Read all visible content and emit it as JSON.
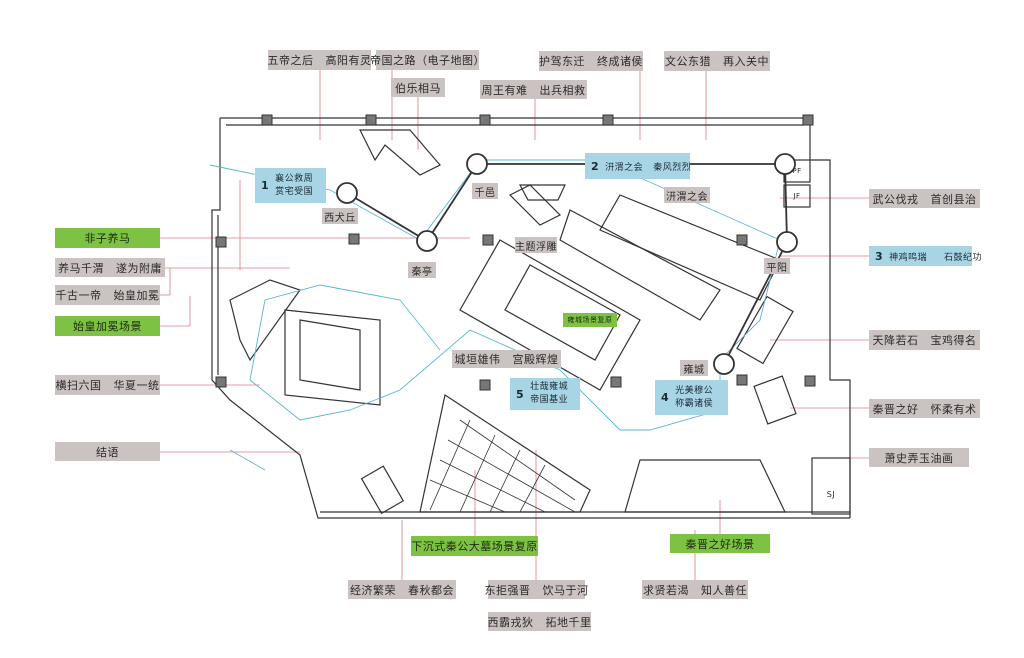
{
  "top_labels": {
    "wudi": "五帝之后   高阳有灵",
    "diguo": "帝国之路（电子地图）",
    "bole": "伯乐相马",
    "zhouwang": "周王有难   出兵相救",
    "hujia": "护驾东迁   终成诸侯",
    "wengong": "文公东猎   再入关中"
  },
  "right_labels": {
    "wugong": "武公伐戎   首创县治",
    "tianjiang": "天降若石   宝鸡得名",
    "qinjin": "秦晋之好   怀柔有术",
    "xiaoshi": "萧史弄玉油画"
  },
  "left_labels": {
    "feizi": "非子养马",
    "yangma": "养马千渭   遂为附庸",
    "qiangu": "千古一帝   始皇加冕",
    "shihuang_scene": "始皇加冕场景",
    "hengsao": "横扫六国   华夏一统",
    "jieyu": "结语"
  },
  "bottom_labels": {
    "tomb_scene": "下沉式秦公大墓场景复原",
    "qinjin_scene": "秦晋之好场景",
    "jingji": "经济繁荣   春秋都会",
    "dongju": "东拒强晋   饮马于河",
    "qiuxian": "求贤若渴   知人善任",
    "xiba": "西霸戎狄   拓地千里"
  },
  "places": {
    "xiquanqiu": "西犬丘",
    "qinting": "秦亭",
    "qianyi": "千邑",
    "relief": "主题浮雕",
    "qianwei": "汧渭之会",
    "pingyang": "平阳",
    "yongcheng": "雍城",
    "chengyuan": "城垣雄伟   宫殿辉煌",
    "yong_scene": "雍城场景复原"
  },
  "sections": [
    {
      "num": "1",
      "line1": "襄公救周",
      "line2": "赏宅受国"
    },
    {
      "num": "2",
      "line1": "汧渭之会   秦风烈烈",
      "line2": ""
    },
    {
      "num": "3",
      "line1": "神鸡鸣瑞     石鼓纪功",
      "line2": ""
    },
    {
      "num": "4",
      "line1": "光美穆公",
      "line2": "称霸诸侯"
    },
    {
      "num": "5",
      "line1": "壮哉雍城",
      "line2": "帝国基业"
    }
  ],
  "room_codes": {
    "pf": "PF",
    "jf": "JF",
    "sj": "SJ"
  },
  "colors": {
    "label_gray": "#cbc3c1",
    "green": "#7dc242",
    "blue": "#a8d5e6",
    "leader": "#e07a86",
    "route": "#5ab4d6"
  }
}
